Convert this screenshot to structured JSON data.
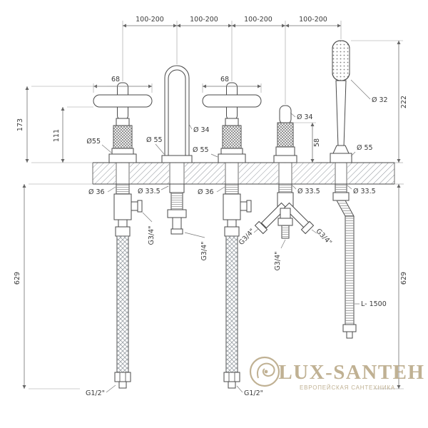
{
  "dims": {
    "top_spacing": [
      "100-200",
      "100-200",
      "100-200",
      "100-200"
    ],
    "handle_width": [
      "68",
      "68"
    ],
    "height_173": "173",
    "height_111": "111",
    "height_629_left": "629",
    "height_629_right": "629",
    "height_222": "222",
    "height_58": "58",
    "hose_length": "L- 1500"
  },
  "diameters": {
    "valve_left": "Ø55",
    "spout_top": "Ø 34",
    "spout_base": "Ø 55",
    "valve_right": "Ø 55",
    "diverter": "Ø 34",
    "shower_head": "Ø 32",
    "shower_holder": "Ø 55",
    "valve_left_shank": "Ø 36",
    "spout_shank": "Ø 33.5",
    "valve_right_shank": "Ø 36",
    "diverter_shank": "Ø 33.5",
    "shower_shank": "Ø 33.5"
  },
  "threads": {
    "g34": [
      "G3/4\"",
      "G3/4\"",
      "G3/4\"",
      "G3/4\"",
      "G3/4\""
    ],
    "g12": [
      "G1/2\"",
      "G1/2\""
    ]
  },
  "watermark": {
    "brand": "LUX-SANTEH",
    "tagline": "ЕВРОПЕЙСКАЯ САНТЕХНИКА",
    "color": "#b8a785"
  }
}
